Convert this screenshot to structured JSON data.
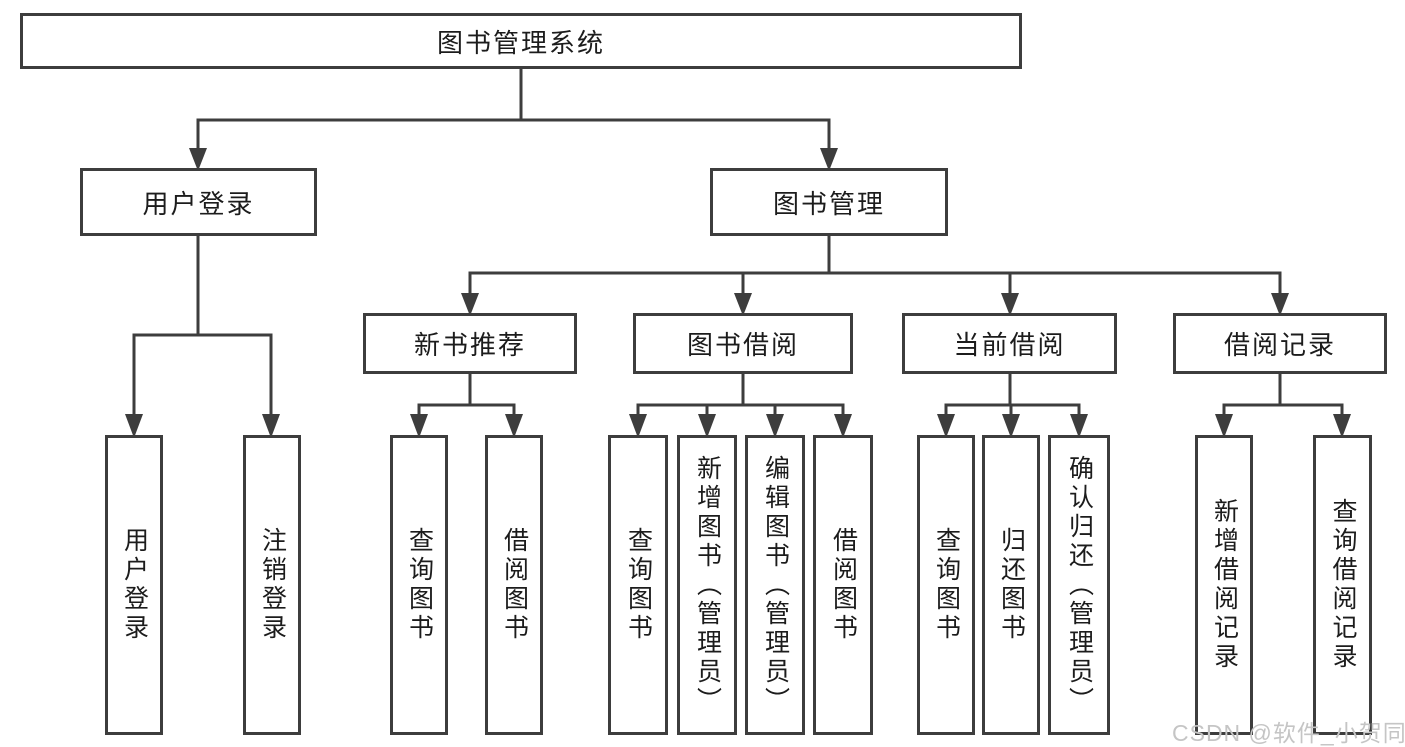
{
  "diagram": {
    "root": "图书管理系统",
    "level2": {
      "user_login": "用户登录",
      "book_mgmt": "图书管理"
    },
    "level3": {
      "new_book_rec": "新书推荐",
      "book_borrow": "图书借阅",
      "current_borrow": "当前借阅",
      "borrow_records": "借阅记录"
    },
    "leaves": {
      "user_login": "用户登录",
      "logout": "注销登录",
      "rec_query": "查询图书",
      "rec_borrow": "借阅图书",
      "bor_query": "查询图书",
      "bor_add": "新增图书（管理员）",
      "bor_edit": "编辑图书（管理员）",
      "bor_borrow": "借阅图书",
      "cur_query": "查询图书",
      "cur_return": "归还图书",
      "cur_confirm": "确认归还（管理员）",
      "record_add": "新增借阅记录",
      "record_query": "查询借阅记录"
    },
    "colors": {
      "line": "#3d3d3d",
      "watermark": "#c5c5c5",
      "background": "#ffffff"
    }
  },
  "watermark": "CSDN @软件_小贺同学"
}
